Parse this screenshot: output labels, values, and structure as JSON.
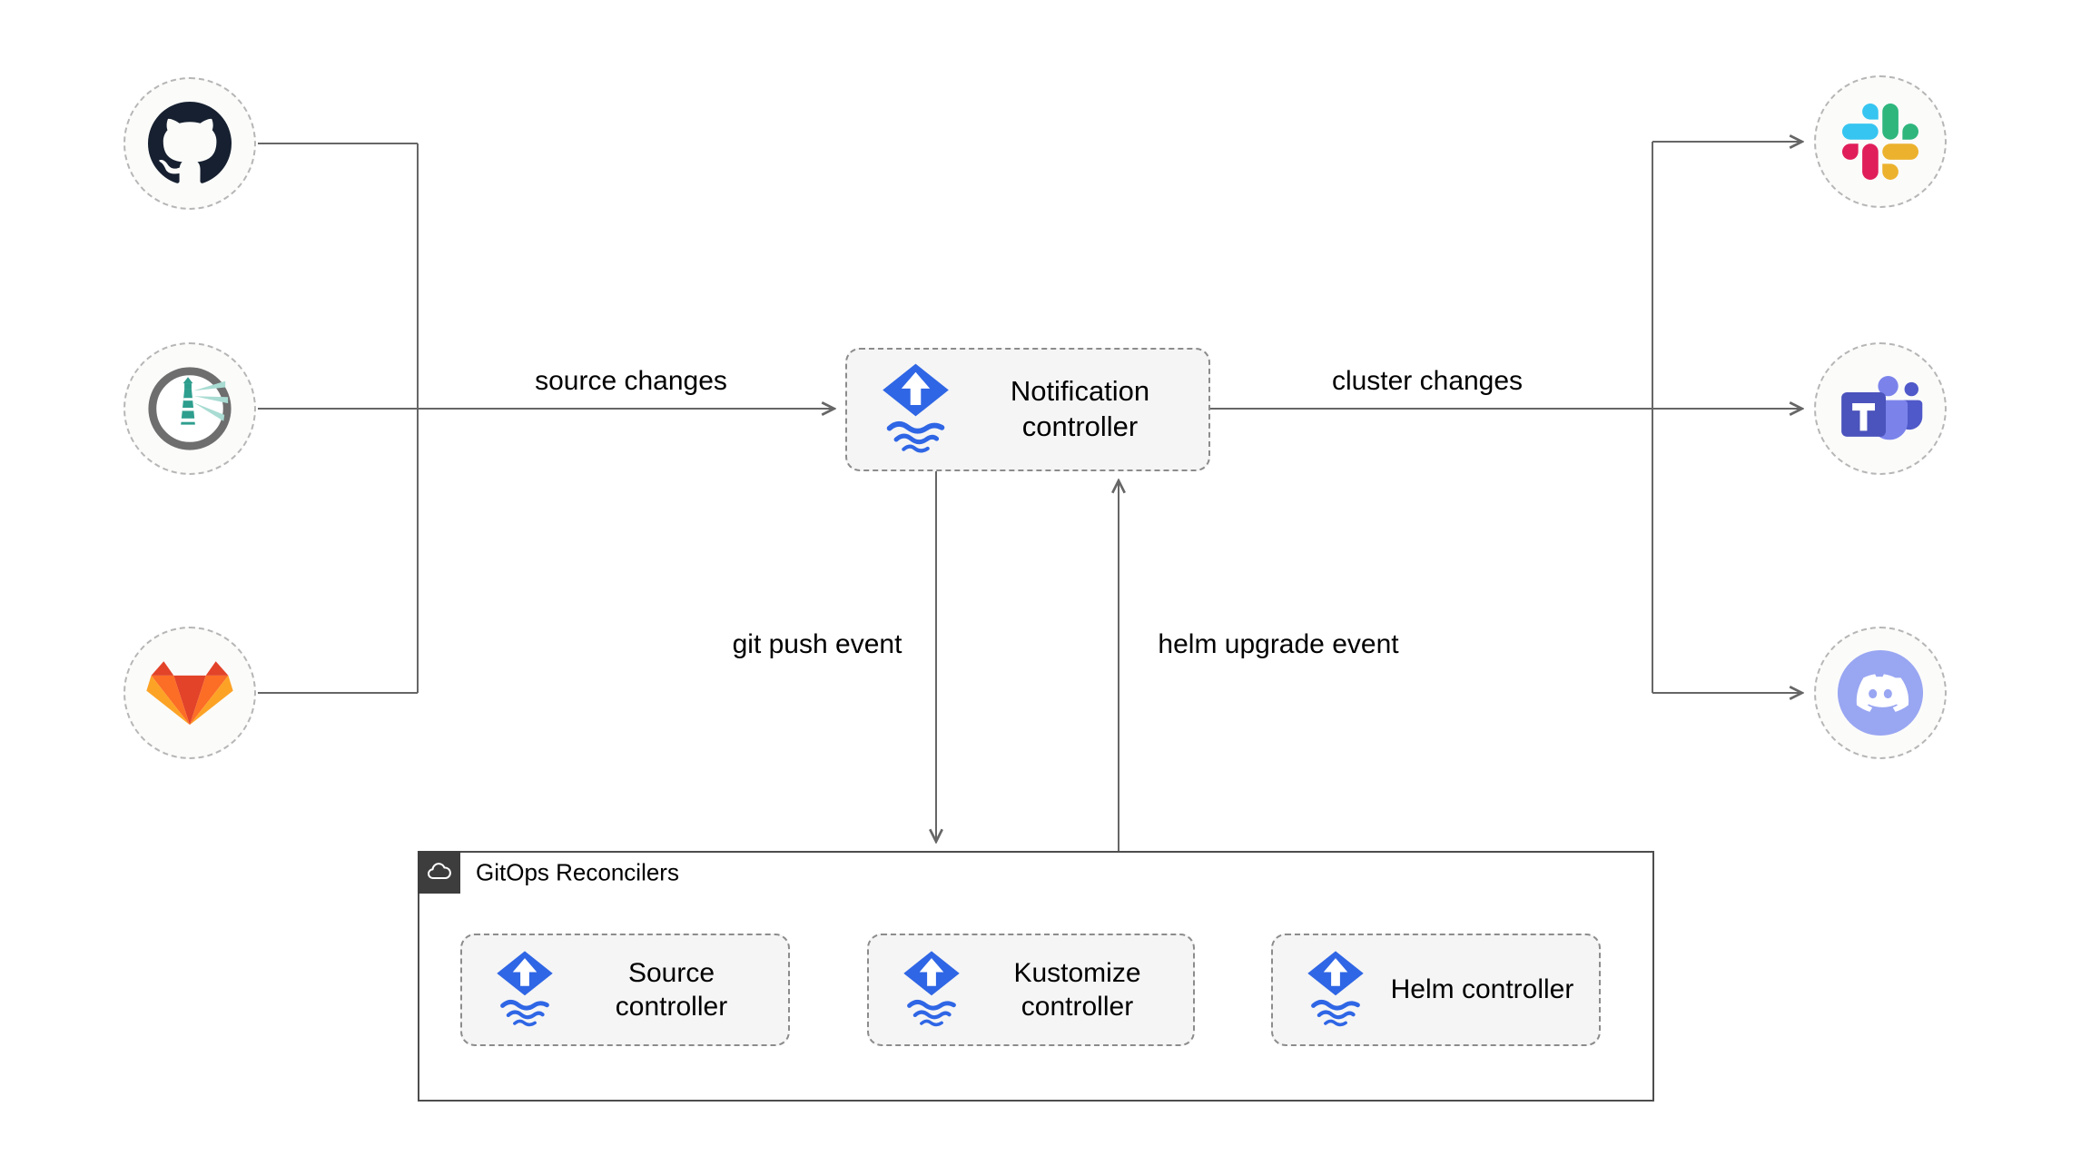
{
  "diagram": {
    "source_nodes": [
      {
        "id": "github",
        "icon": "github-icon"
      },
      {
        "id": "harbor",
        "icon": "harbor-icon"
      },
      {
        "id": "gitlab",
        "icon": "gitlab-icon"
      }
    ],
    "notification": {
      "label": "Notification controller",
      "icon": "flux-icon"
    },
    "target_nodes": [
      {
        "id": "slack",
        "icon": "slack-icon"
      },
      {
        "id": "teams",
        "icon": "teams-icon"
      },
      {
        "id": "discord",
        "icon": "discord-icon"
      }
    ],
    "edge_labels": {
      "source_changes": "source changes",
      "cluster_changes": "cluster changes",
      "git_push": "git push event",
      "helm_upgrade": "helm upgrade event"
    },
    "reconcilers_group": {
      "title": "GitOps Reconcilers",
      "badge_icon": "cloud-icon",
      "controllers": [
        {
          "label": "Source controller",
          "icon": "flux-icon"
        },
        {
          "label": "Kustomize controller",
          "icon": "flux-icon"
        },
        {
          "label": "Helm controller",
          "icon": "flux-icon"
        }
      ]
    },
    "colors": {
      "flux_blue": "#2f66e5",
      "line_gray": "#666666",
      "box_fill": "#f5f5f5",
      "group_border": "#4d4d4d",
      "badge_bg": "#3d3d3d",
      "github_dark": "#162030",
      "harbor_teal": "#2e9e8e",
      "gitlab_red": "#e24329",
      "gitlab_orange": "#fc6d26",
      "gitlab_yellow": "#fca326",
      "slack_blue": "#36c5f0",
      "slack_green": "#2eb67d",
      "slack_yellow": "#ecb22e",
      "slack_red": "#e01e5a",
      "teams_purple": "#4b53bc",
      "discord_purple": "#99a6f2"
    }
  }
}
